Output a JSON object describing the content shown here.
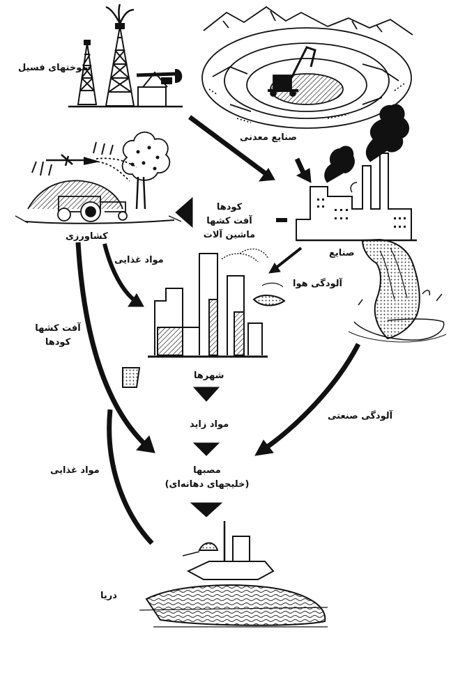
{
  "diagram": {
    "labels": {
      "fossil_fuels": "سوختهای فسیل",
      "mining": "صنایع معدنی",
      "industry": "صنایع",
      "agriculture": "کشاورزی",
      "farm_inputs": [
        "کودها",
        "آفت کشها",
        "ماشین آلات"
      ],
      "food_to_cities": "مواد غذایی",
      "air_pollution": "آلودگی هوا",
      "cities": "شهرها",
      "pesticides_fertilizers": [
        "آفت کشها",
        "کودها"
      ],
      "waste": "مواد زاید",
      "industrial_pollution": "آلودگی صنعتی",
      "estuaries": "مصبها",
      "estuaries_note": "(خلیجهای دهانه‌ای)",
      "food_from_sea": "مواد غذایی",
      "sea": "دریا"
    },
    "colors": {
      "ink": "#111111",
      "paper": "#ffffff",
      "stipple": "#555555"
    }
  }
}
